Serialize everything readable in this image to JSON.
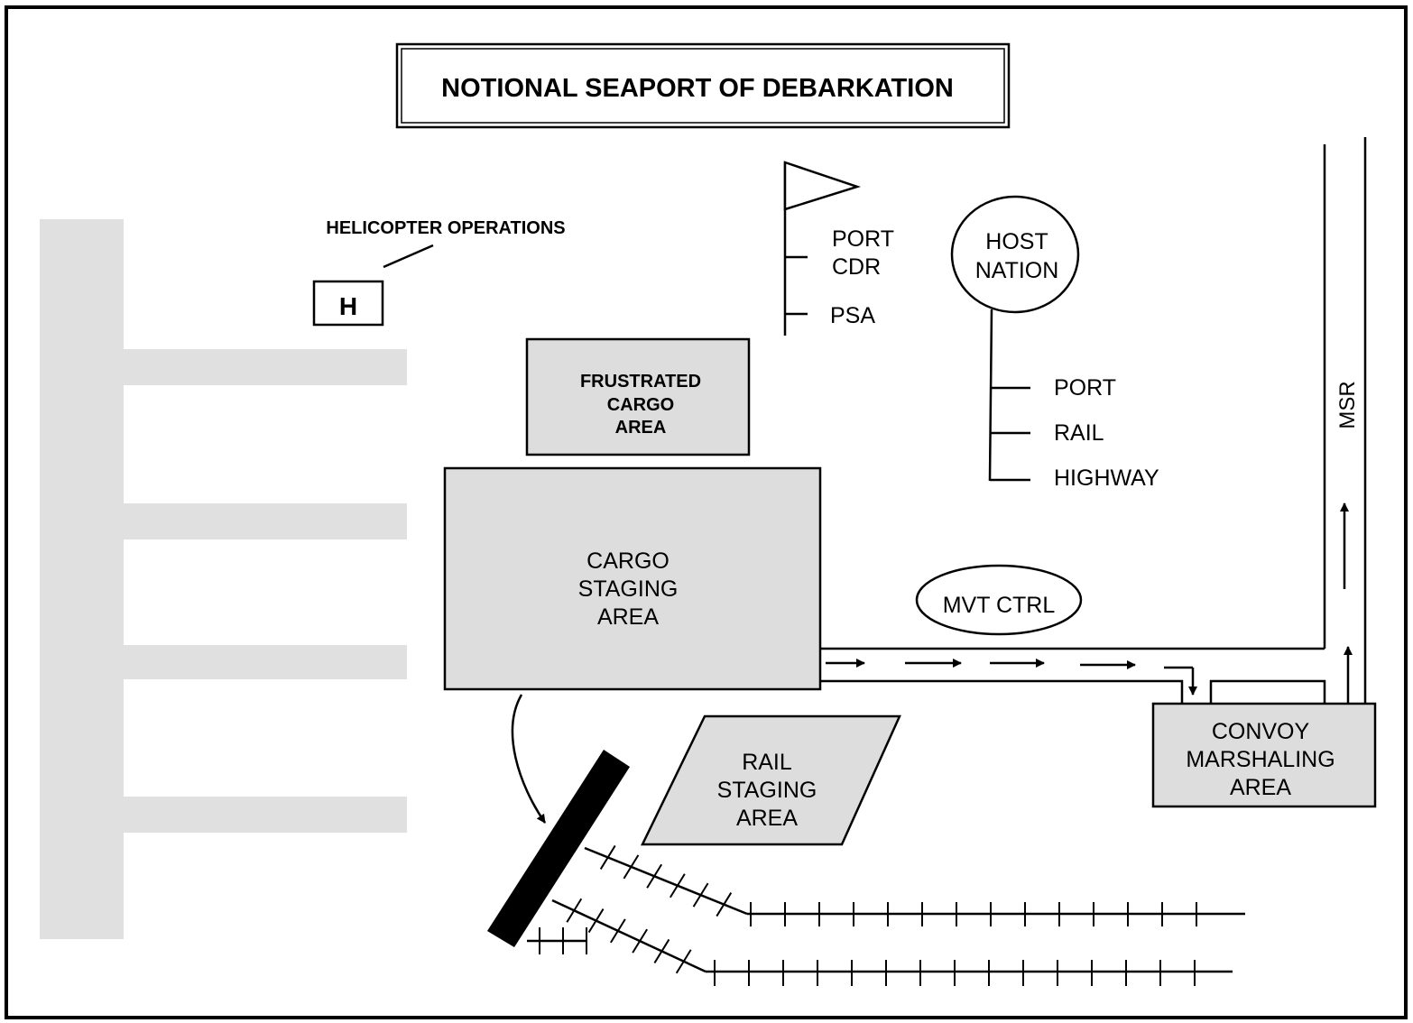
{
  "title": "NOTIONAL SEAPORT OF DEBARKATION",
  "helicopter": {
    "label": "HELICOPTER OPERATIONS",
    "pad": "H"
  },
  "flag": {
    "line1": "PORT",
    "line2": "CDR",
    "psa": "PSA"
  },
  "host_nation": {
    "line1": "HOST",
    "line2": "NATION",
    "branches": [
      "PORT",
      "RAIL",
      "HIGHWAY"
    ]
  },
  "areas": {
    "frustrated": [
      "FRUSTRATED",
      "CARGO",
      "AREA"
    ],
    "cargo_staging": [
      "CARGO",
      "STAGING",
      "AREA"
    ],
    "rail_staging": [
      "RAIL",
      "STAGING",
      "AREA"
    ],
    "convoy": [
      "CONVOY",
      "MARSHALING",
      "AREA"
    ]
  },
  "mvt_ctrl": "MVT CTRL",
  "msr": "MSR",
  "colors": {
    "area_fill": "#dddddd",
    "pier_fill": "#e0e0e0",
    "ink": "#000000"
  }
}
